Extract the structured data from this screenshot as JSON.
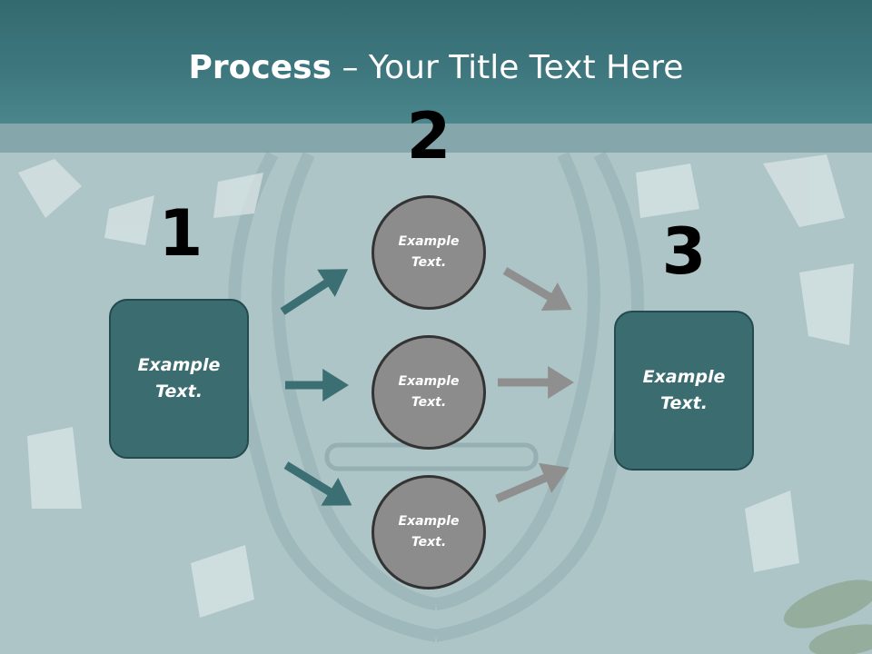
{
  "title": {
    "bold": "Process",
    "rest": " – Your Title Text Here"
  },
  "steps": [
    {
      "number": "1",
      "label": "Example Text."
    },
    {
      "number": "2",
      "items": [
        "Example Text.",
        "Example Text.",
        "Example Text."
      ]
    },
    {
      "number": "3",
      "label": "Example Text."
    }
  ],
  "colors": {
    "header": "#3d777d",
    "box": "#3a6c70",
    "circle": "#8c8c8c",
    "arrow_teal": "#3b6f73",
    "arrow_gray": "#8f8f8f"
  }
}
